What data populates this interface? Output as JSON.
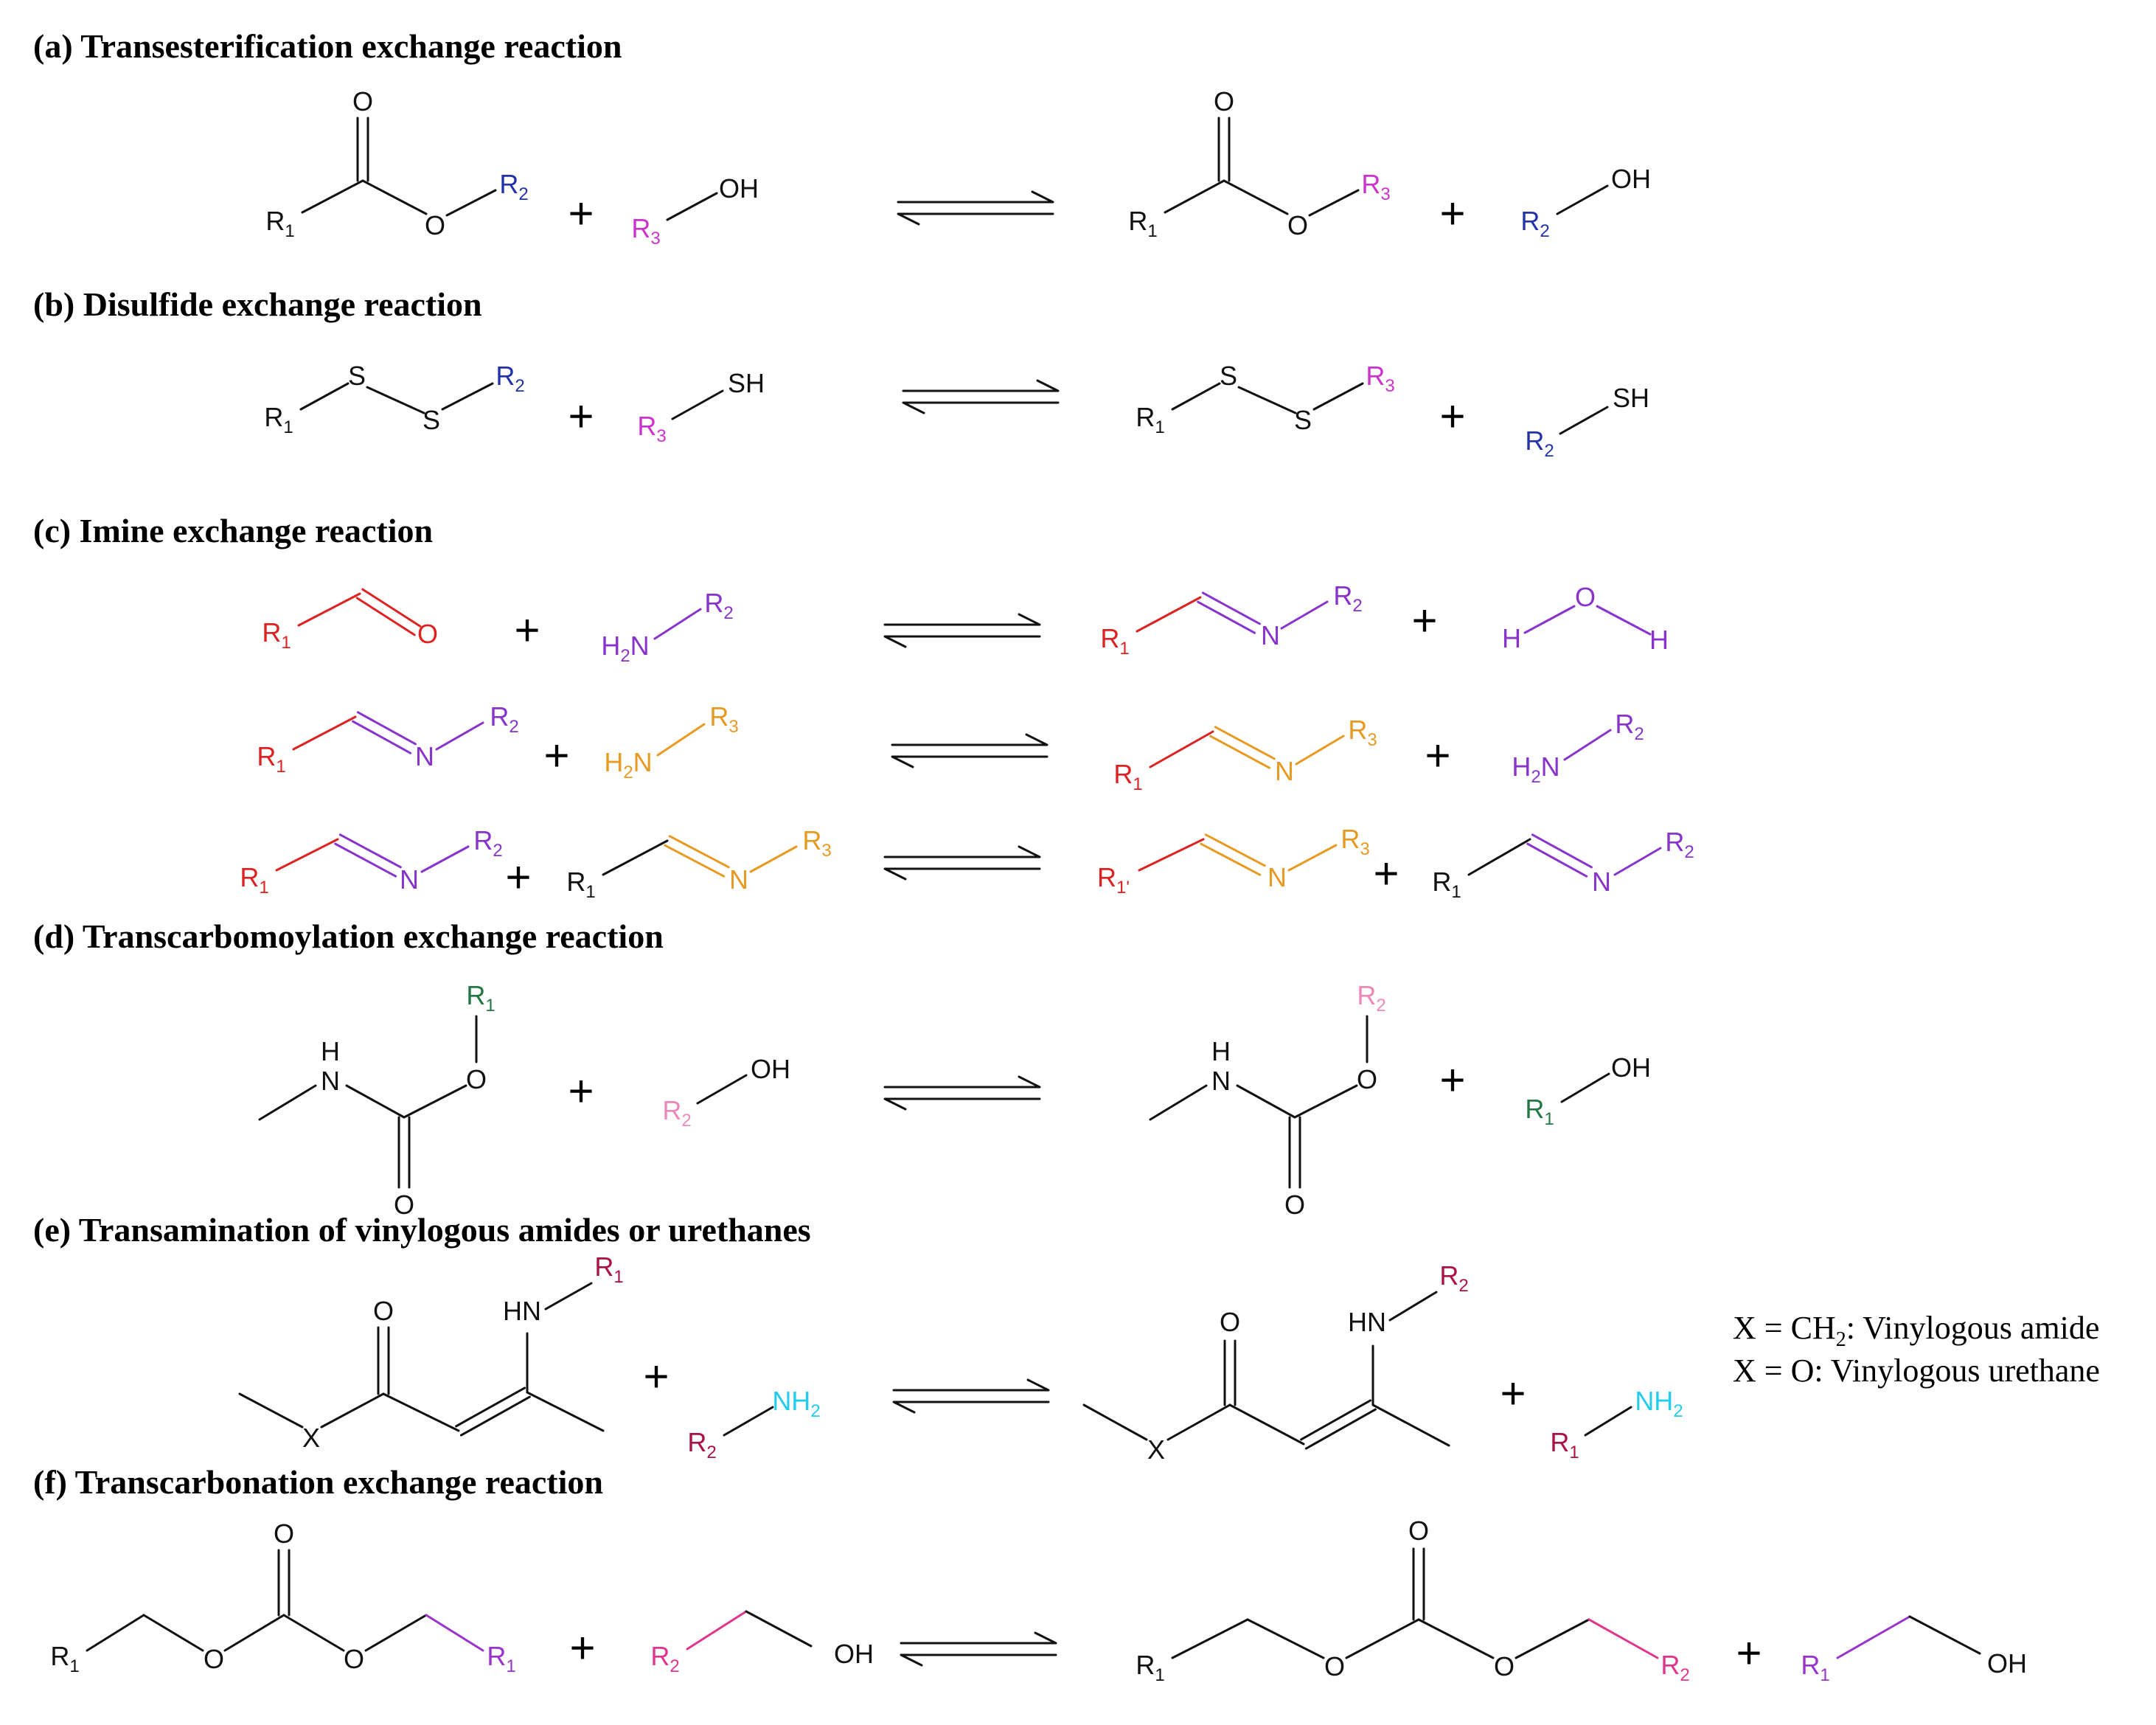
{
  "colors": {
    "black": "#111111",
    "blue": "#2233aa",
    "magenta": "#cc33cc",
    "red": "#dd2222",
    "purple": "#8833cc",
    "orange": "#e69a22",
    "green": "#227744",
    "pink": "#ee88bb",
    "cyan": "#22ccee",
    "crimson": "#aa1144",
    "hotpink": "#e0358e",
    "violet": "#9933cc"
  },
  "sections": {
    "a": {
      "title": "(a) Transesterification  exchange reaction"
    },
    "b": {
      "title": "(b) Disulfide  exchange reaction"
    },
    "c": {
      "title": "(c) Imine  exchange reaction"
    },
    "d": {
      "title": "(d) Transcarbomoylation  exchange reaction"
    },
    "e": {
      "title": "(e) Transamination  of vinylogous  amides or urethanes"
    },
    "f": {
      "title": "(f) Transcarbonation  exchange reaction"
    }
  },
  "legend_e": {
    "line1": {
      "prefix": "X = CH",
      "sub": "2",
      "suffix": ": Vinylogous  amide"
    },
    "line2": "X = O: Vinylogous  urethane"
  },
  "plus": "+",
  "labels": {
    "O": "O",
    "S": "S",
    "N": "N",
    "H": "H",
    "X": "X",
    "OH": "OH",
    "SH": "SH",
    "HN": "HN",
    "R": "R",
    "s1": "1",
    "s2": "2",
    "s3": "3",
    "s1p": "1'",
    "H2N_H": "H",
    "H2N_2": "2",
    "H2N_N": "N",
    "NH2_NH": "NH",
    "NH2_2": "2"
  }
}
